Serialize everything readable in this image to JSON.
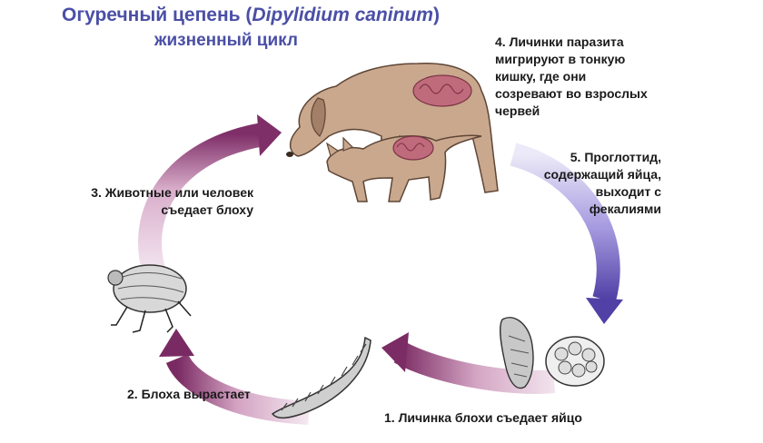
{
  "header": {
    "title_prefix": "Огуречный цепень (",
    "title_latin": "Dipylidium caninum",
    "title_suffix": ")",
    "subtitle": "жизненный цикл"
  },
  "steps": [
    {
      "id": "step-1",
      "text": "1. Личинка блохи съедает яйцо"
    },
    {
      "id": "step-2",
      "text": "2. Блоха вырастает"
    },
    {
      "id": "step-3",
      "text": "3. Животные или человек\nсъедает блоху"
    },
    {
      "id": "step-4",
      "text": "4. Личинки паразита\nмигрируют в тонкую\nкишку, где они\nсозревают во взрослых\nчервей"
    },
    {
      "id": "step-5",
      "text": "5. Проглоттид,\nсодержащий яйца,\nвыходит с\nфекалиями"
    }
  ],
  "colors": {
    "title": "#4a4fa6",
    "arrow_purple": "#8e3f7a",
    "arrow_pink": "#e6c8df",
    "arrow_violet": "#6a56b4",
    "animal_body": "#c9a88e",
    "intestine": "#c06b7c"
  },
  "illustrations": [
    "dog-and-cat",
    "flea",
    "flea-larva",
    "proglottid",
    "egg-capsule"
  ]
}
